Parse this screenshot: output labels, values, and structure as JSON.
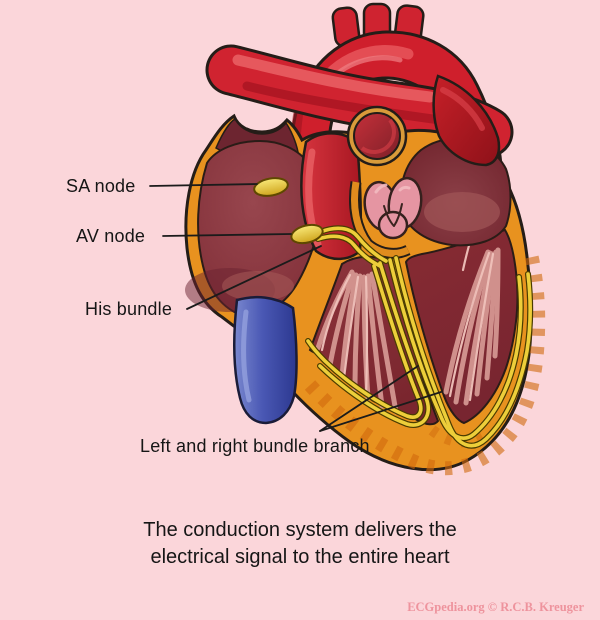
{
  "figure": {
    "labels": {
      "sa_node": "SA node",
      "av_node": "AV node",
      "his_bundle": "His bundle",
      "bundle_branch": "Left and right bundle branch"
    },
    "caption": {
      "line1": "The conduction system delivers the",
      "line2": "electrical signal to the entire heart"
    },
    "watermark": "ECGpedia.org © R.C.B. Kreuger",
    "colors": {
      "background": "#fbd6da",
      "artery_red": "#cf1f2c",
      "artery_shadow": "#8e1119",
      "artery_highlight": "#e85e63",
      "myocardium_orange": "#e8921f",
      "trabeculae_orange": "#d0690e",
      "chamber_maroon": "#8a3038",
      "atrium_dark_maroon": "#6d2530",
      "chordae_pink": "#d99c96",
      "valve_pink": "#e595a2",
      "conduction_yellow": "#edce3a",
      "vein_blue": "#4a58b4",
      "outline_black": "#241d18",
      "label_text": "#161616",
      "watermark_pink": "#ee939d"
    }
  }
}
